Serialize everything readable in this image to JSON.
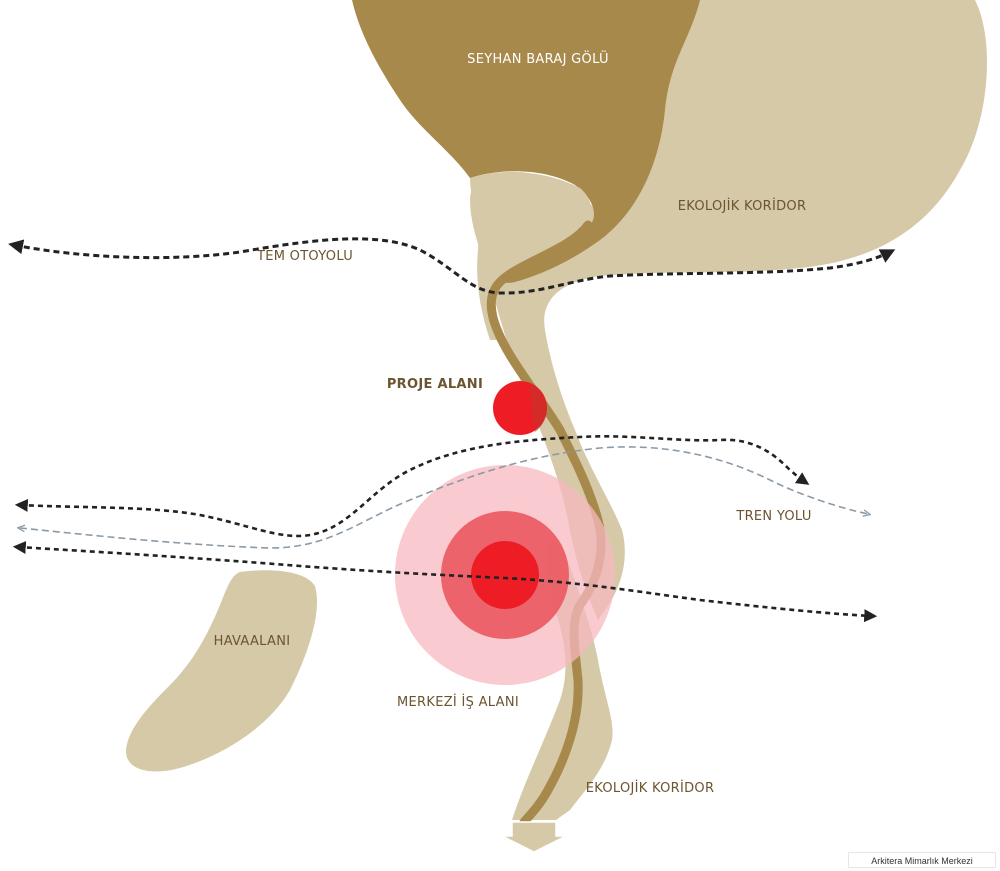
{
  "labels": {
    "lake": "SEYHAN BARAJ GÖLÜ",
    "corridor_top": "EKOLOJİK KORİDOR",
    "corridor_bottom": "EKOLOJİK KORİDOR",
    "highway": "TEM OTOYOLU",
    "project_site": "PROJE ALANI",
    "railway": "TREN YOLU",
    "airport": "HAVAALANI",
    "cbd": "MERKEZİ İŞ ALANI"
  },
  "watermark": "Arkitera Mimarlık Merkezi",
  "colors": {
    "lake": "#a8894c",
    "land": "#d6c9a8",
    "river": "#a8894c",
    "label_text": "#6b5530",
    "project_red": "#ee1c25",
    "cbd_outer": "#f7b8bf",
    "cbd_middle": "#ea5860",
    "cbd_inner": "#ee1c25",
    "route_dark": "#222222",
    "rail_blue": "#8b9aa6"
  }
}
